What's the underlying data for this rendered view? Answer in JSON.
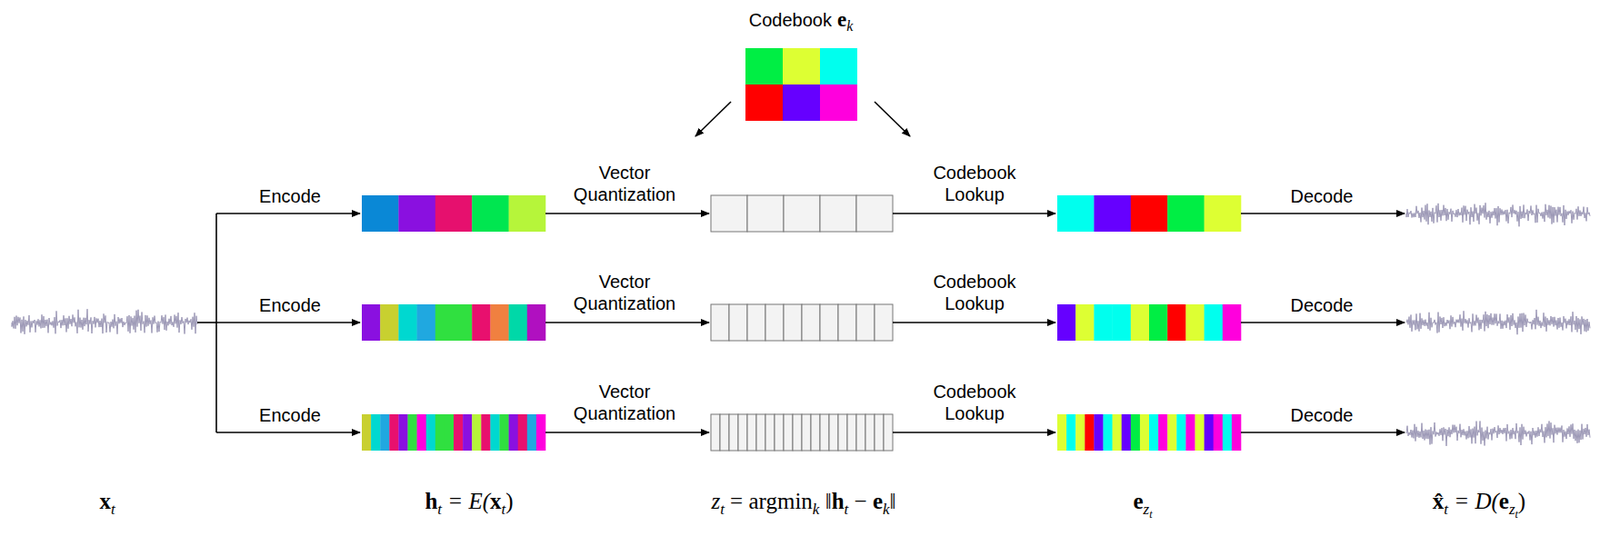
{
  "diagram": {
    "labels": [
      "Codebook",
      "e",
      "k",
      "Encode",
      "Vector Quantization",
      "Codebook Lookup",
      "Decode",
      "Encode",
      "Vector Quantization",
      "Codebook Lookup",
      "Decode",
      "Encode",
      "Vector Quantization",
      "Codebook Lookup",
      "Decode",
      "x",
      "t",
      "h",
      "t",
      " = E(",
      "x",
      "t",
      ")",
      "z",
      "t",
      " = argmin",
      "k",
      " ‖",
      "h",
      "t",
      " − ",
      "e",
      "k",
      "‖",
      "e",
      "z",
      "t",
      "x̂",
      "t",
      " = D(",
      "e",
      "z",
      "t",
      ")"
    ]
  }
}
